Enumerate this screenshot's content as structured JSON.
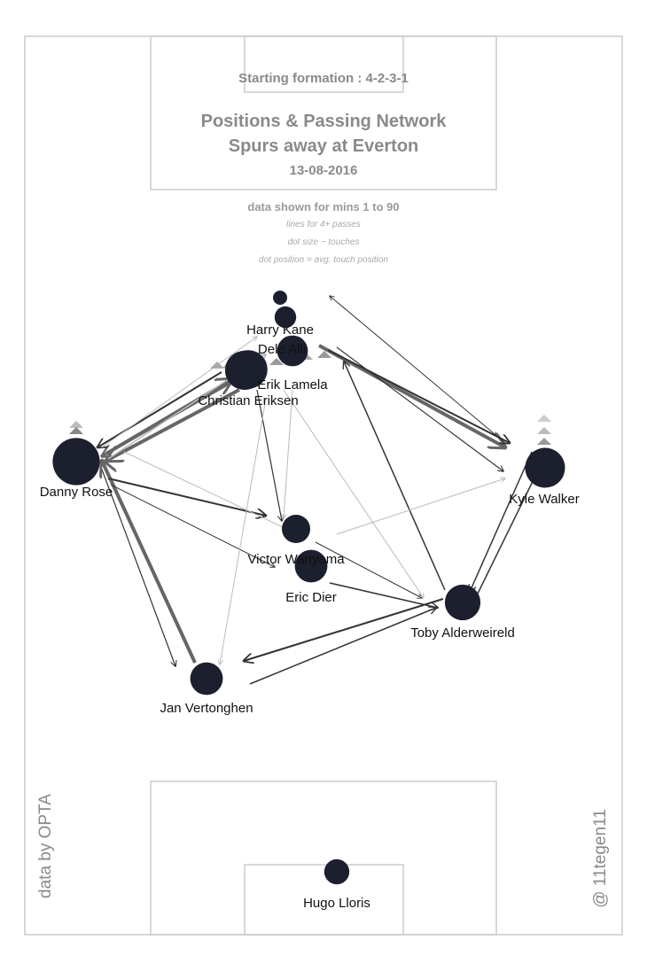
{
  "header": {
    "formation": "Starting formation : 4-2-3-1",
    "title_line1": "Positions & Passing Network",
    "title_line2": "Spurs  away at  Everton",
    "date": "13-08-2016"
  },
  "notes": {
    "range": "data shown for mins 1 to 90",
    "lines": "lines for 4+ passes",
    "dot_size": "dot size ~ touches",
    "dot_position": "dot position = avg. touch position"
  },
  "credits": {
    "source": "data by OPTA",
    "author": "@ 11tegen11"
  },
  "colors": {
    "pitch_lines": "#cccccc",
    "dot": "#1c1f2e",
    "label": "#111111",
    "arrow_dark": "#333333",
    "arrow_mid": "#666666",
    "arrow_light": "#bbbbbb"
  },
  "players": [
    {
      "name": "Harry Kane",
      "touches": 22
    },
    {
      "name": "Dele Alli",
      "touches": 45
    },
    {
      "name": "Erik Lamela",
      "touches": 70
    },
    {
      "name": "Christian Eriksen",
      "touches": 72
    },
    {
      "name": "Danny Rose",
      "touches": 105
    },
    {
      "name": "Kyle Walker",
      "touches": 75
    },
    {
      "name": "Victor Wanyama",
      "touches": 38
    },
    {
      "name": "Eric Dier",
      "touches": 50
    },
    {
      "name": "Toby Alderweireld",
      "touches": 60
    },
    {
      "name": "Jan Vertonghen",
      "touches": 50
    },
    {
      "name": "Hugo Lloris",
      "touches": 30
    }
  ]
}
